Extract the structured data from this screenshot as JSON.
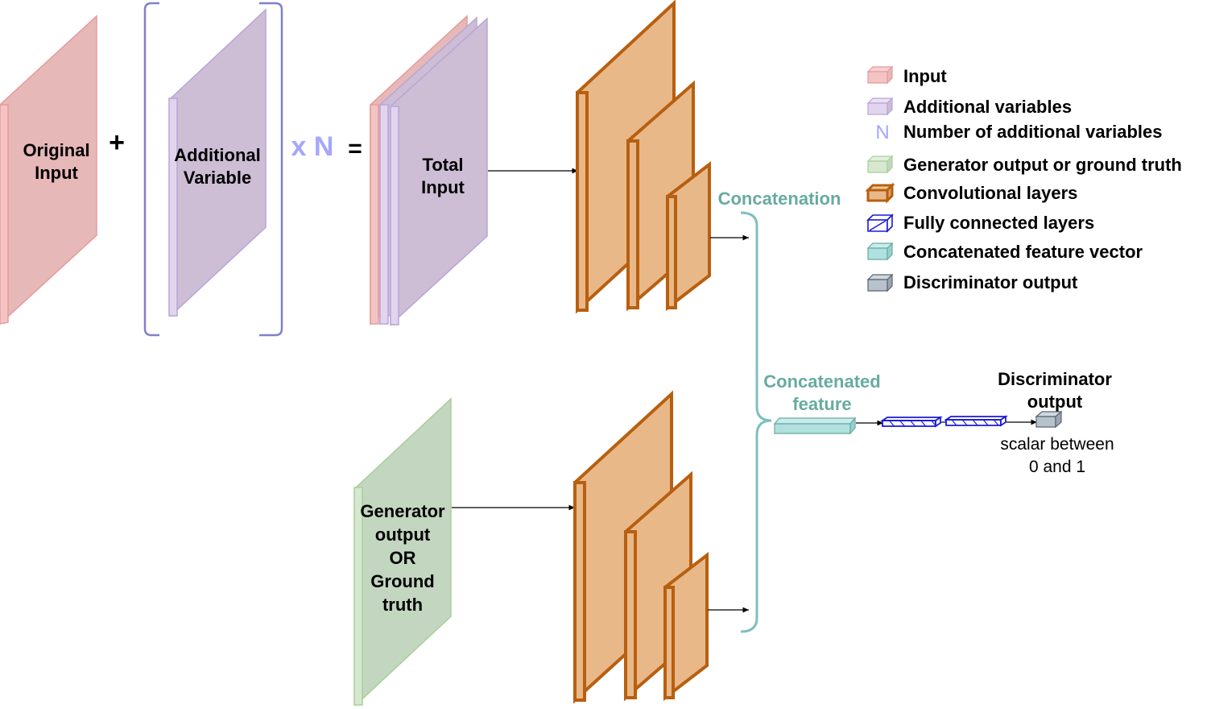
{
  "colors": {
    "input_fill": "#e6b8b8",
    "input_stroke": "#e89a9a",
    "additional_fill": "#cdbdd5",
    "additional_stroke": "#b7a6d8",
    "bracket": "#8080cc",
    "n_label": "#a6a6ff",
    "generator_fill": "#c3d6c0",
    "generator_stroke": "#a8cf9a",
    "conv_fill": "#e8b888",
    "conv_stroke": "#b85f10",
    "fc_stroke": "#1a1ad6",
    "concat_fill": "#b0e0e0",
    "concat_stroke": "#67AB9F",
    "disc_fill": "#b8c2cc",
    "disc_stroke": "#5a6470"
  },
  "blocks": {
    "original_input": [
      "Original",
      "Input"
    ],
    "plus": "+",
    "additional_variable": [
      "Additional",
      "Variable"
    ],
    "times_n": "x N",
    "equals": "=",
    "total_input": [
      "Total",
      "Input"
    ],
    "generator": [
      "Generator",
      "output",
      "OR",
      "Ground",
      "truth"
    ]
  },
  "labels": {
    "concatenation": "Concatenation",
    "concatenated_feature": [
      "Concatenated",
      "feature"
    ],
    "discriminator_output": [
      "Discriminator",
      "output"
    ],
    "scalar": [
      "scalar between",
      "0 and 1"
    ]
  },
  "legend": [
    {
      "icon": "input-cube-icon",
      "label": "Input"
    },
    {
      "icon": "additional-cube-icon",
      "label": "Additional variables"
    },
    {
      "icon": "n-letter-icon",
      "glyph": "N",
      "label": "Number of additional variables"
    },
    {
      "icon": "generator-cube-icon",
      "label": "Generator output or ground truth"
    },
    {
      "icon": "conv-cube-icon",
      "label": "Convolutional layers"
    },
    {
      "icon": "fc-cube-icon",
      "label": "Fully connected layers"
    },
    {
      "icon": "concat-cube-icon",
      "label": "Concatenated feature vector"
    },
    {
      "icon": "disc-cube-icon",
      "label": "Discriminator output"
    }
  ]
}
